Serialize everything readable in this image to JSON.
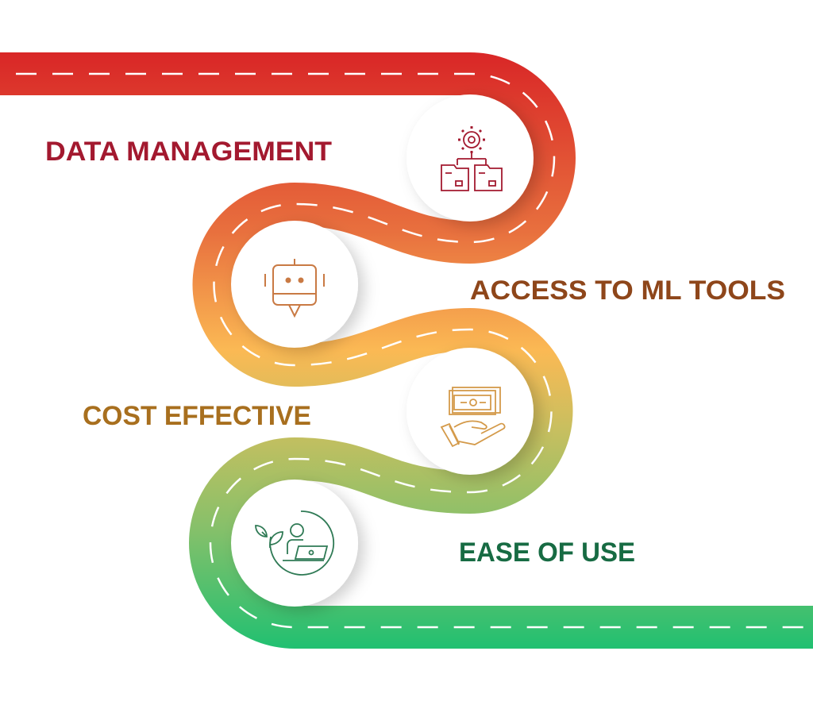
{
  "steps": [
    {
      "label": "DATA MANAGEMENT",
      "icon": "data-management-icon",
      "color": "#a3192f"
    },
    {
      "label": "ACCESS TO ML TOOLS",
      "icon": "robot-chatbot-icon",
      "color": "#8e461a"
    },
    {
      "label": "COST EFFECTIVE",
      "icon": "money-hand-icon",
      "color": "#a86f1e"
    },
    {
      "label": "EASE OF USE",
      "icon": "person-laptop-leaf-icon",
      "color": "#176b43"
    }
  ],
  "road_colors": [
    "#d92727",
    "#e8703e",
    "#fbb954",
    "#c9bf5f",
    "#86c06a",
    "#22c071"
  ]
}
